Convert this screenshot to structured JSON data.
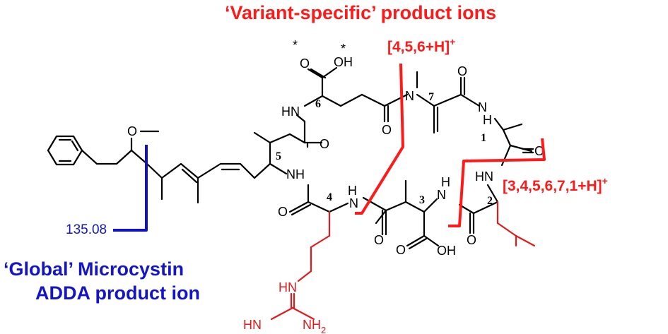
{
  "title_variant": "‘Variant-specific’ product ions",
  "ion_456": "[4,5,6+H]",
  "ion_345671": "[3,4,5,6,7,1+H]",
  "charge": "+",
  "global_line1": "‘Global’ Microcystin",
  "global_line2": "ADDA product ion",
  "adda_mass": "135.08",
  "atoms": {
    "nh": "NH",
    "hn": "HN",
    "h": "H",
    "n": "N",
    "o": "O",
    "oh": "OH",
    "nh2": "NH",
    "sub2": "2"
  },
  "star": "*",
  "residue_numbers": [
    "1",
    "2",
    "3",
    "4",
    "5",
    "6",
    "7"
  ],
  "colors": {
    "variant": "#ff1a1a",
    "global": "#1515c8",
    "arginine": "#e31a1c"
  }
}
